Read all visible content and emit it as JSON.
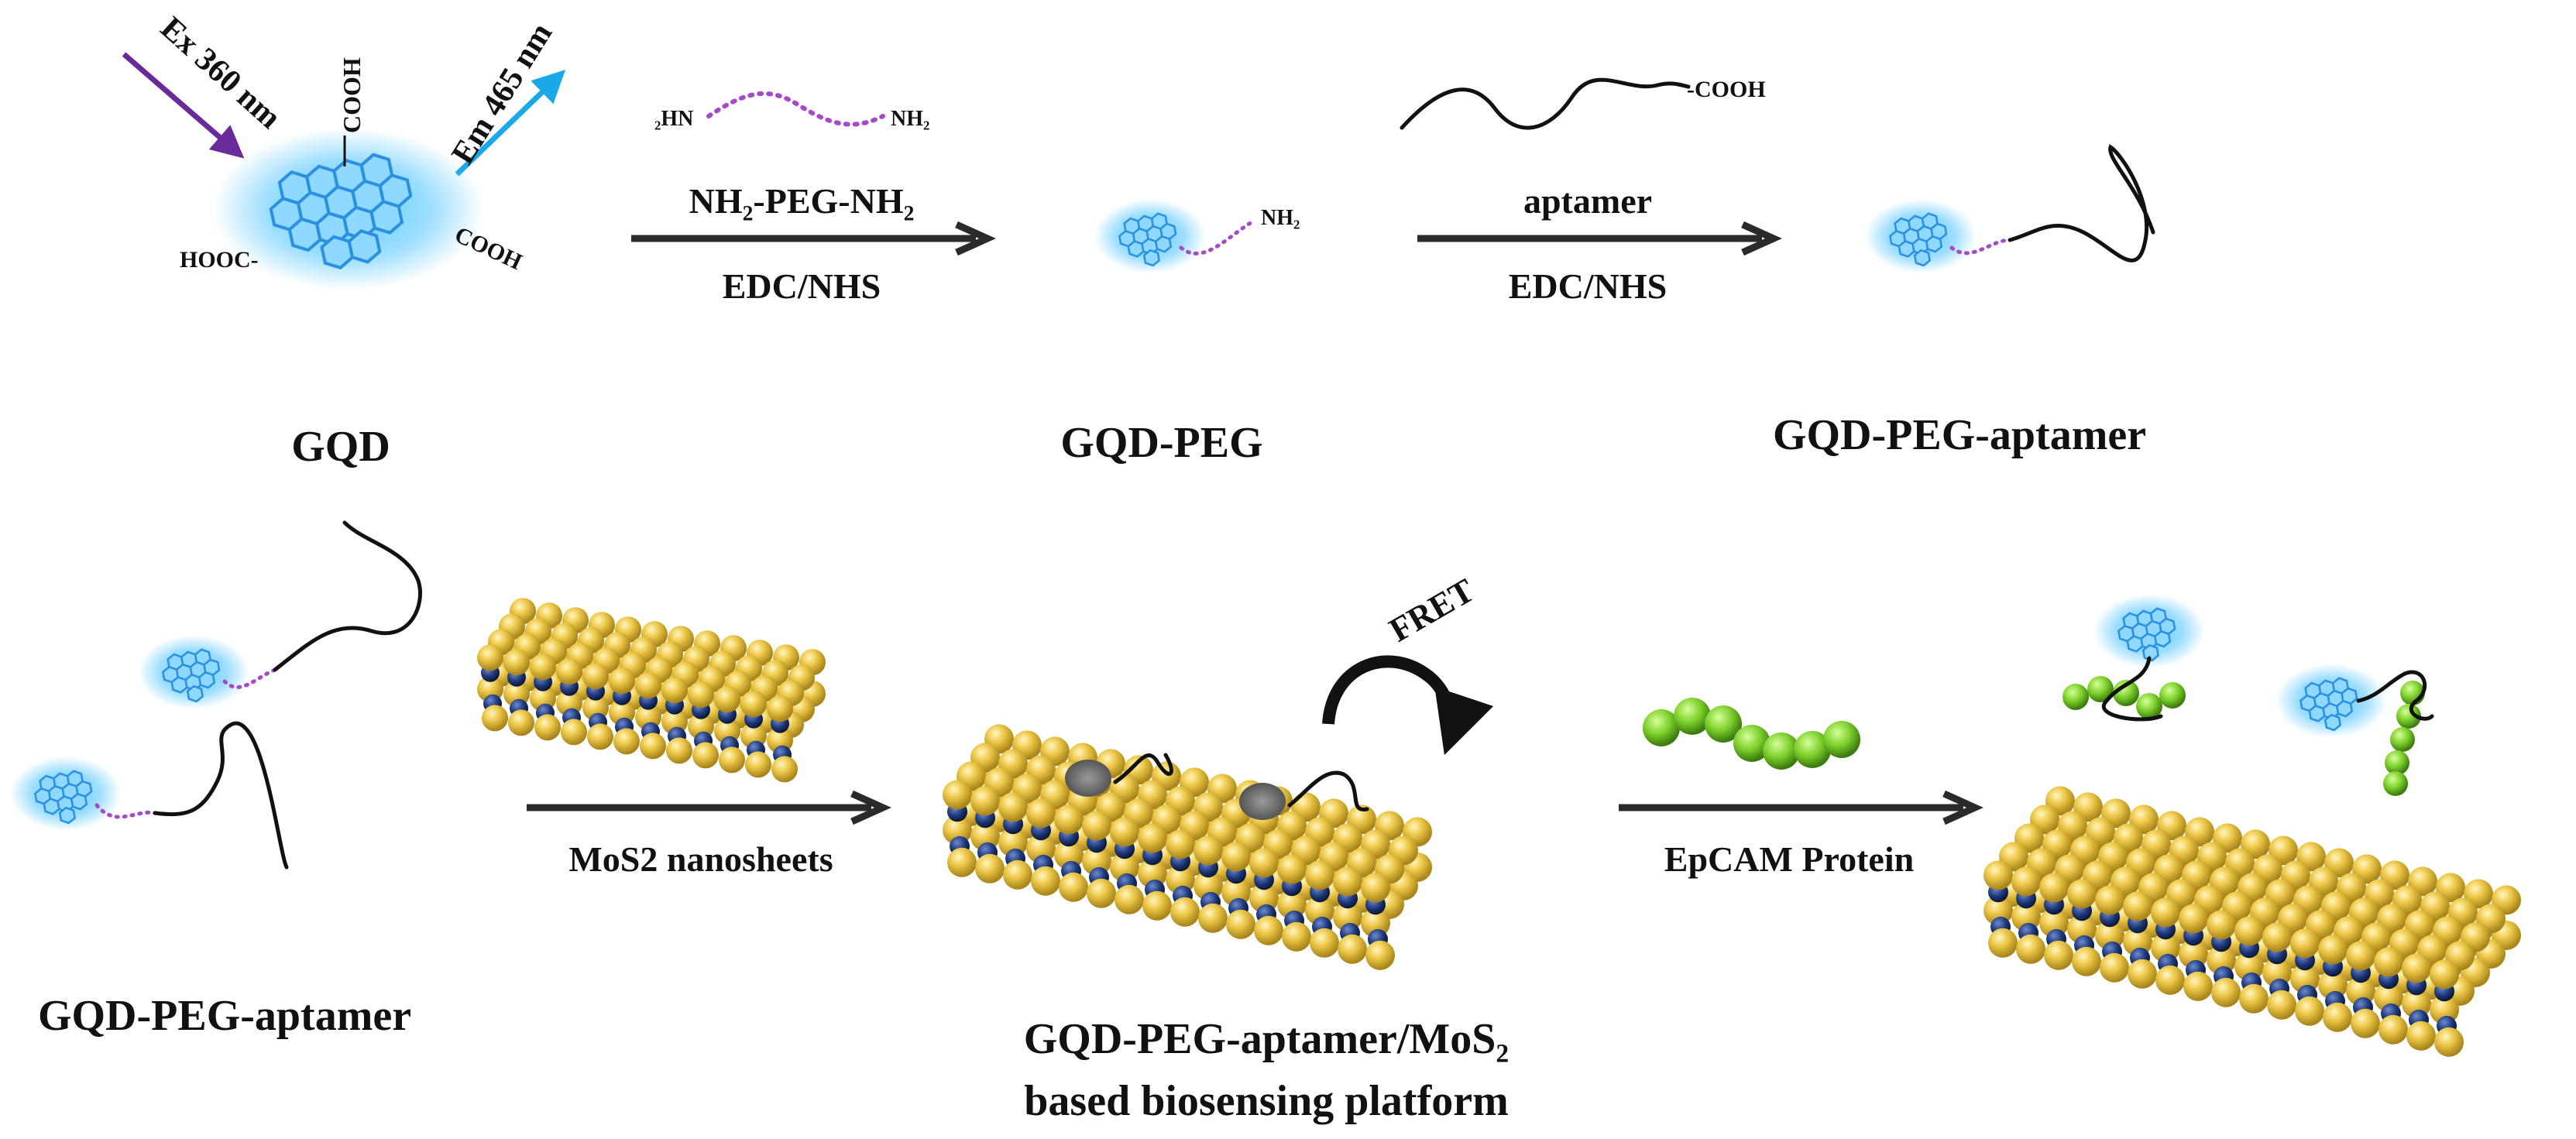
{
  "excitation_label": "Ex 360 nm",
  "emission_label": "Em 465 nm",
  "gqd_groups": {
    "top": "COOH",
    "left": "HOOC-",
    "right": "COOH"
  },
  "linker_ends": {
    "left": "₂HN",
    "right": "NH₂"
  },
  "aptamer_end": "-COOH",
  "gqd_peg_end": "NH₂",
  "step1": {
    "reagent": "NH₂-PEG-NH₂",
    "condition": "EDC/NHS"
  },
  "step2": {
    "reagent": "aptamer",
    "condition": "EDC/NHS"
  },
  "step3": {
    "reagent": "MoS2 nanosheets"
  },
  "step4": {
    "reagent": "EpCAM Protein"
  },
  "fret_label": "FRET",
  "labels": {
    "gqd": "GQD",
    "gqd_peg": "GQD-PEG",
    "gqd_peg_aptamer_top": "GQD-PEG-aptamer",
    "gqd_peg_aptamer_bottom": "GQD-PEG-aptamer",
    "platform_line1": "GQD-PEG-aptamer/MoS₂",
    "platform_line2": "based biosensing platform"
  },
  "colors": {
    "gqd_fill": "#8fd8ff",
    "gqd_glow": "#5ac8ff",
    "peg": "#a64ac9",
    "excitation_arrow": "#6a2a9a",
    "emission_arrow": "#1aa8e8",
    "sulfur": "#e8c440",
    "molybdenum": "#1f3a7a",
    "protein": "#7ccf2a"
  }
}
